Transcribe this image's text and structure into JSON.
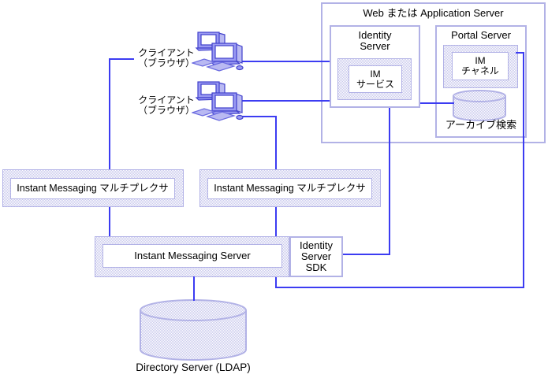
{
  "colors": {
    "line_blue": "#3c3cf2",
    "box_border": "#b2b2e6",
    "stipple_dot": "#c8c8ec",
    "icon_fill": "#9a9af2",
    "text": "#000000",
    "background": "#ffffff"
  },
  "icons": {
    "client": "desktop-computers-icon",
    "database": "database-cylinder-icon"
  },
  "web_app_server": {
    "title": "Web または Application Server",
    "identity_server": {
      "title": "Identity\nServer",
      "im_service_label": "IM\nサービス"
    },
    "portal_server": {
      "title": "Portal Server",
      "im_channel_label": "IM\nチャネル",
      "archive_search_label": "アーカイブ検索"
    }
  },
  "clients": [
    {
      "label": "クライアント\n（ブラウザ）"
    },
    {
      "label": "クライアント\n（ブラウザ）"
    }
  ],
  "multiplexers": [
    {
      "label": "Instant Messaging マルチプレクサ"
    },
    {
      "label": "Instant Messaging マルチプレクサ"
    }
  ],
  "im_server": {
    "label": "Instant Messaging Server"
  },
  "identity_server_sdk": {
    "label": "Identity\nServer\nSDK"
  },
  "directory_server": {
    "label": "Directory Server (LDAP)"
  }
}
